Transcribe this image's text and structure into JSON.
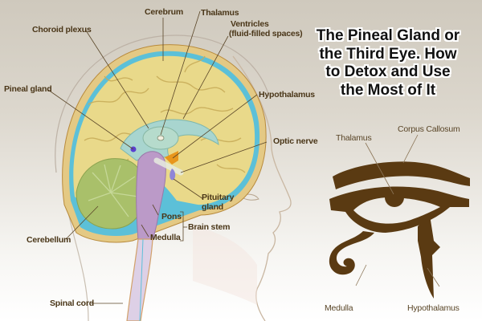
{
  "title": {
    "lines": [
      "The Pineal Gland or",
      "the Third Eye. How",
      "to Detox and Use",
      "the Most of It"
    ]
  },
  "brain_diagram": {
    "labels": {
      "cerebrum": "Cerebrum",
      "thalamus": "Thalamus",
      "ventricles": "Ventricles",
      "ventricles_sub": "(fluid-filled spaces)",
      "choroid_plexus": "Choroid plexus",
      "pineal_gland": "Pineal gland",
      "hypothalamus": "Hypothalamus",
      "optic_nerve": "Optic nerve",
      "pituitary": "Pituitary",
      "pituitary_sub": "gland",
      "pons": "Pons",
      "brain_stem": "Brain stem",
      "medulla": "Medulla",
      "cerebellum": "Cerebellum",
      "spinal_cord": "Spinal cord"
    },
    "colors": {
      "cerebrum": "#e9d98a",
      "ventricles": "#a8d5cf",
      "cerebellum": "#a9c06a",
      "brain_stem": "#bb9ac8",
      "csf": "#5cc0d8",
      "hypothalamus": "#e8961c",
      "pineal": "#5a3fd0",
      "label": "#4a3618"
    }
  },
  "eye_of_horus": {
    "labels": {
      "thalamus": "Thalamus",
      "corpus_callosum": "Corpus Callosum",
      "medulla": "Medulla",
      "hypothalamus": "Hypothalamus"
    },
    "color": "#5a3a12"
  }
}
